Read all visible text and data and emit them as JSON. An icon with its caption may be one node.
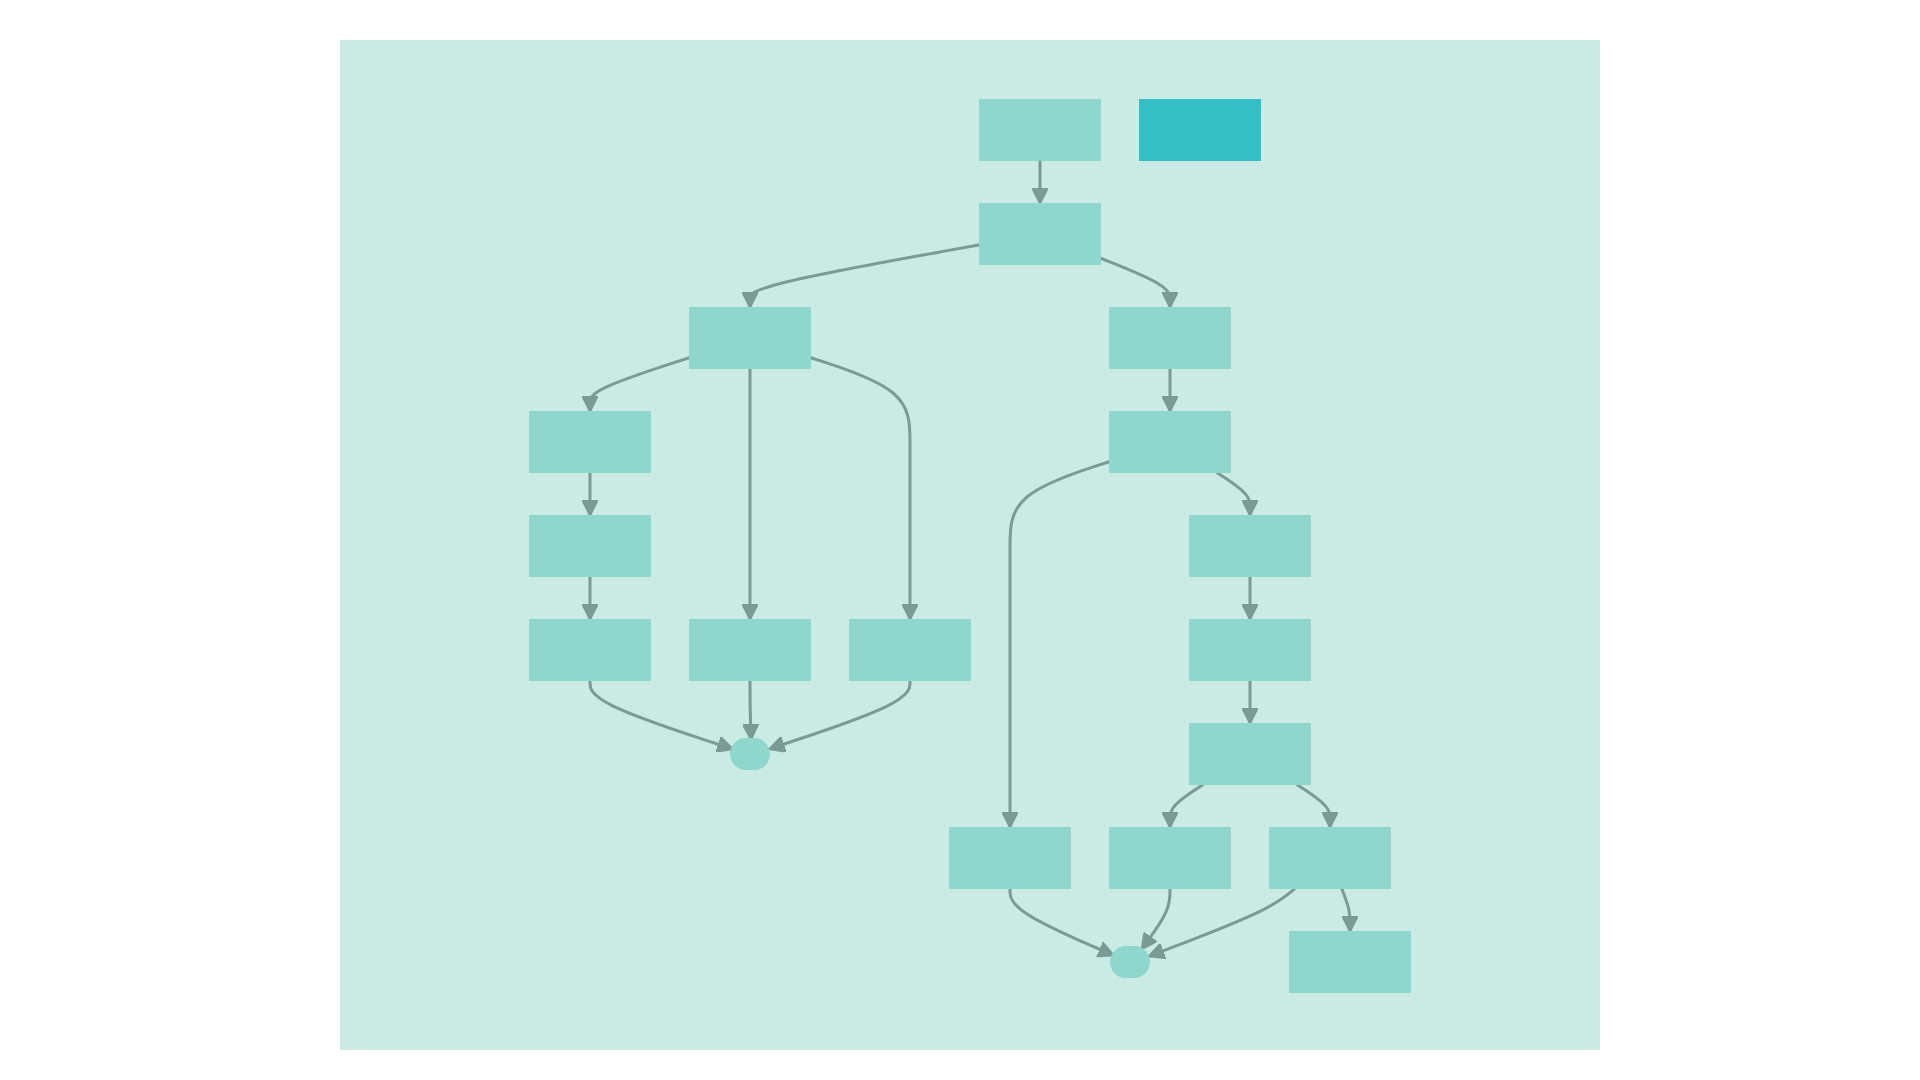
{
  "diagram": {
    "nodes": [
      {
        "text": [],
        "shape": "box"
      },
      {
        "text": [],
        "shape": "box"
      },
      {
        "text": [],
        "shape": "box"
      },
      {
        "text": [],
        "shape": "box"
      },
      {
        "text": [],
        "shape": "box"
      },
      {
        "text": [],
        "shape": "box"
      },
      {
        "text": [],
        "shape": "box"
      },
      {
        "text": [],
        "shape": "box"
      },
      {
        "text": [],
        "shape": "box"
      },
      {
        "text": [],
        "shape": "oval"
      },
      {
        "text": [],
        "shape": "box"
      },
      {
        "text": [],
        "shape": "box"
      },
      {
        "text": [],
        "shape": "box"
      },
      {
        "text": [],
        "shape": "box"
      },
      {
        "text": [],
        "shape": "box"
      },
      {
        "text": [],
        "shape": "box"
      },
      {
        "text": [],
        "shape": "box"
      },
      {
        "text": [],
        "shape": "oval"
      },
      {
        "text": [],
        "shape": "box"
      },
      {
        "text": [],
        "shape": "box"
      }
    ],
    "edges": [
      {
        "from": 0,
        "to": 1,
        "arrow": "to"
      },
      {
        "from": 1,
        "to": 2,
        "arrow": "to"
      },
      {
        "from": 1,
        "to": 3,
        "arrow": "to"
      },
      {
        "from": 2,
        "to": 4,
        "arrow": "to"
      },
      {
        "from": 2,
        "to": 5,
        "arrow": "to"
      },
      {
        "from": 2,
        "to": 6,
        "arrow": "to"
      },
      {
        "from": 4,
        "to": 7,
        "arrow": "to"
      },
      {
        "from": 7,
        "to": 8,
        "arrow": "to"
      },
      {
        "from": 8,
        "to": 9,
        "arrow": "to"
      },
      {
        "from": 5,
        "to": 9,
        "arrow": "to"
      },
      {
        "from": 6,
        "to": 9,
        "arrow": "to"
      },
      {
        "from": 3,
        "to": 10,
        "arrow": "to"
      },
      {
        "from": 10,
        "to": 11,
        "arrow": "to"
      },
      {
        "from": 10,
        "to": 12,
        "arrow": "to"
      },
      {
        "from": 12,
        "to": 13,
        "arrow": "to"
      },
      {
        "from": 13,
        "to": 14,
        "arrow": "to"
      },
      {
        "from": 14,
        "to": 15,
        "arrow": "to"
      },
      {
        "from": 14,
        "to": 16,
        "arrow": "to"
      },
      {
        "from": 11,
        "to": 17,
        "arrow": "to"
      },
      {
        "from": 15,
        "to": 17,
        "arrow": "to"
      },
      {
        "from": 16,
        "to": 17,
        "arrow": "to"
      },
      {
        "from": 16,
        "to": 18,
        "arrow": "to"
      }
    ]
  }
}
